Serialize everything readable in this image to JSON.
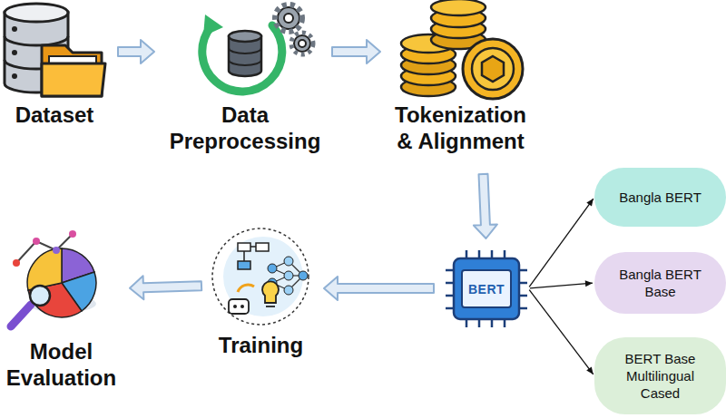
{
  "diagram": {
    "nodes": [
      {
        "text": [
          "Dataset"
        ]
      },
      {
        "text": [
          "Data Preprocessing"
        ]
      },
      {
        "text": [
          "Tokenization & Alignment"
        ]
      },
      {
        "text": [
          "BERT"
        ]
      },
      {
        "text": [
          "Bangla BERT"
        ]
      },
      {
        "text": [
          "Bangla BERT Base"
        ]
      },
      {
        "text": [
          "BERT Base Multilingual Cased"
        ]
      },
      {
        "text": [
          "Training"
        ]
      },
      {
        "text": [
          "Model Evaluation"
        ]
      }
    ],
    "edges": [
      {
        "from": 0,
        "to": 1,
        "arrow": "to"
      },
      {
        "from": 1,
        "to": 2,
        "arrow": "to"
      },
      {
        "from": 2,
        "to": 3,
        "arrow": "to"
      },
      {
        "from": 3,
        "to": 4,
        "arrow": "to"
      },
      {
        "from": 3,
        "to": 5,
        "arrow": "to"
      },
      {
        "from": 3,
        "to": 6,
        "arrow": "to"
      },
      {
        "from": 3,
        "to": 7,
        "arrow": "to"
      },
      {
        "from": 7,
        "to": 8,
        "arrow": "to"
      }
    ]
  }
}
